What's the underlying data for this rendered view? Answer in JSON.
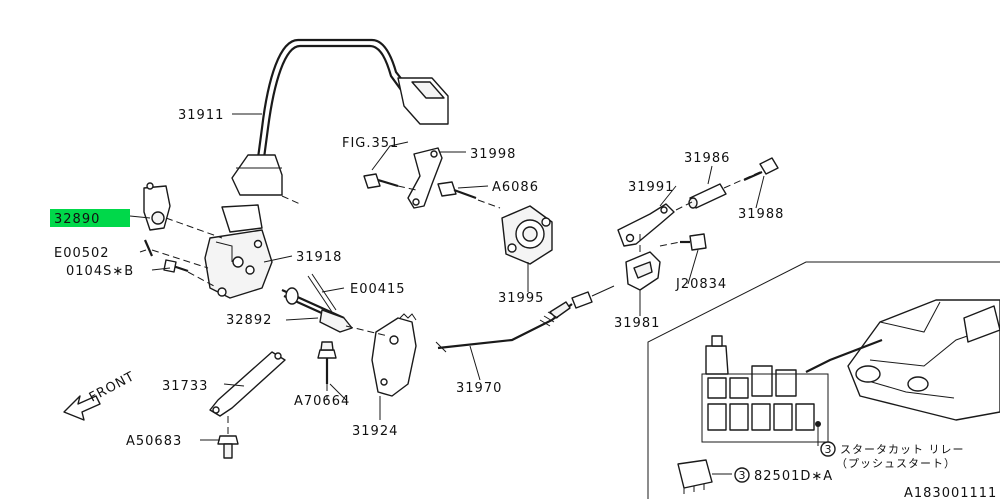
{
  "labels": {
    "p31911": "31911",
    "fig351": "FIG.351",
    "p31998": "31998",
    "a6086": "A6086",
    "p31986": "31986",
    "p31991": "31991",
    "p31988": "31988",
    "p32890": "32890",
    "e00502": "E00502",
    "b0104s": "0104S∗B",
    "p31918": "31918",
    "e00415": "E00415",
    "p31995": "31995",
    "j20834": "J20834",
    "p31981": "31981",
    "p32892": "32892",
    "front": "FRONT",
    "p31733": "31733",
    "a70664": "A70664",
    "p31970": "31970",
    "p31924": "31924",
    "a50683": "A50683",
    "callout3a": "3",
    "callout3b": "3",
    "relay_line1": "スタータカット リレー",
    "relay_line2": "（プッシュスタート）",
    "p82501d": "82501D∗A",
    "drawing_no": "A183001111"
  },
  "colors": {
    "line": "#1a1a1a",
    "highlight": "#00d84a",
    "background": "#ffffff"
  }
}
